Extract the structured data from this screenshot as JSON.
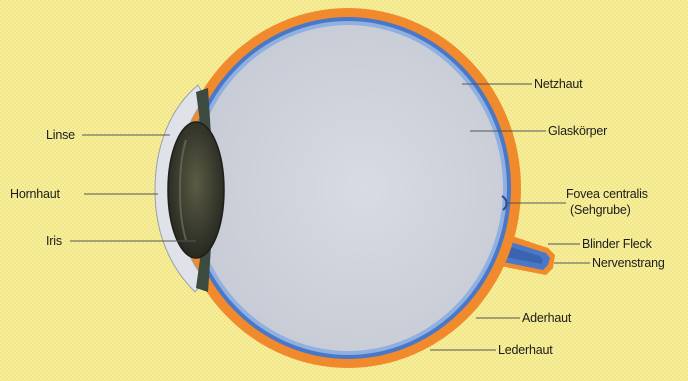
{
  "diagram": {
    "labels": {
      "netzhaut": "Netzhaut",
      "glaskoerper": "Glaskörper",
      "linse": "Linse",
      "hornhaut": "Hornhaut",
      "iris": "Iris",
      "fovea_line1": "Fovea centralis",
      "fovea_line2": "(Sehgrube)",
      "blinder_fleck": "Blinder Fleck",
      "nervenstrang": "Nervenstrang",
      "aderhaut": "Aderhaut",
      "lederhaut": "Lederhaut"
    },
    "colors": {
      "background": "#f7ef9c",
      "sclera": "#f08a2c",
      "choroid": "#4a78c8",
      "vitreous": "#cfd3dc",
      "lens": "#3b3c2a",
      "cornea": "#dfe2e8"
    }
  }
}
